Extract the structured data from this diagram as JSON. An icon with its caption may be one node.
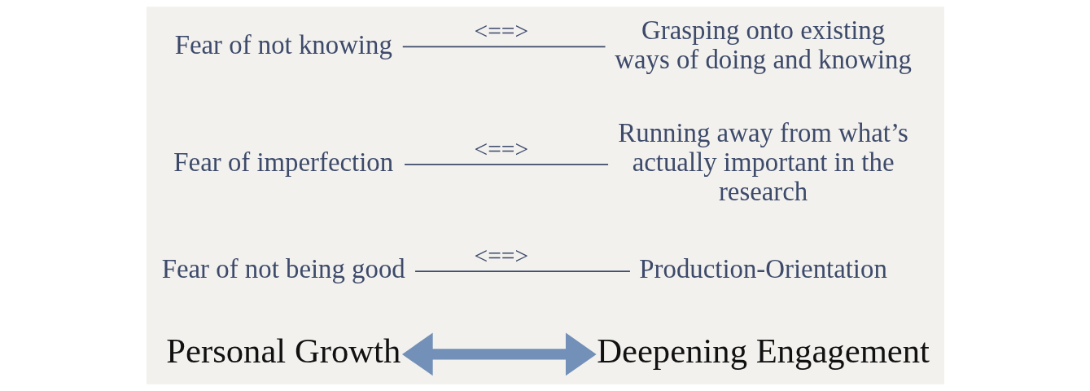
{
  "diagram": {
    "nodes": [
      {
        "text": [
          "Personal Growth"
        ]
      },
      {
        "text": [
          "Deepening Engagement"
        ]
      },
      {
        "text": [
          "Fear of not being good"
        ]
      },
      {
        "text": [
          "Production-Orientation"
        ]
      },
      {
        "text": [
          "Fear of imperfection"
        ]
      },
      {
        "text": [
          "Running away from what’s actually important in the research"
        ]
      },
      {
        "text": [
          "Fear of not knowing"
        ]
      },
      {
        "text": [
          "Grasping onto existing ways of doing and knowing"
        ]
      }
    ],
    "edges": [
      {
        "from": 0,
        "to": 1,
        "arrow": "both",
        "style": "thick",
        "color": "#7390b8"
      },
      {
        "from": 2,
        "to": 3,
        "arrow": "none",
        "label": "<==>"
      },
      {
        "from": 4,
        "to": 5,
        "arrow": "none",
        "label": "<==>"
      },
      {
        "from": 6,
        "to": 7,
        "arrow": "none",
        "label": "<==>"
      }
    ]
  }
}
